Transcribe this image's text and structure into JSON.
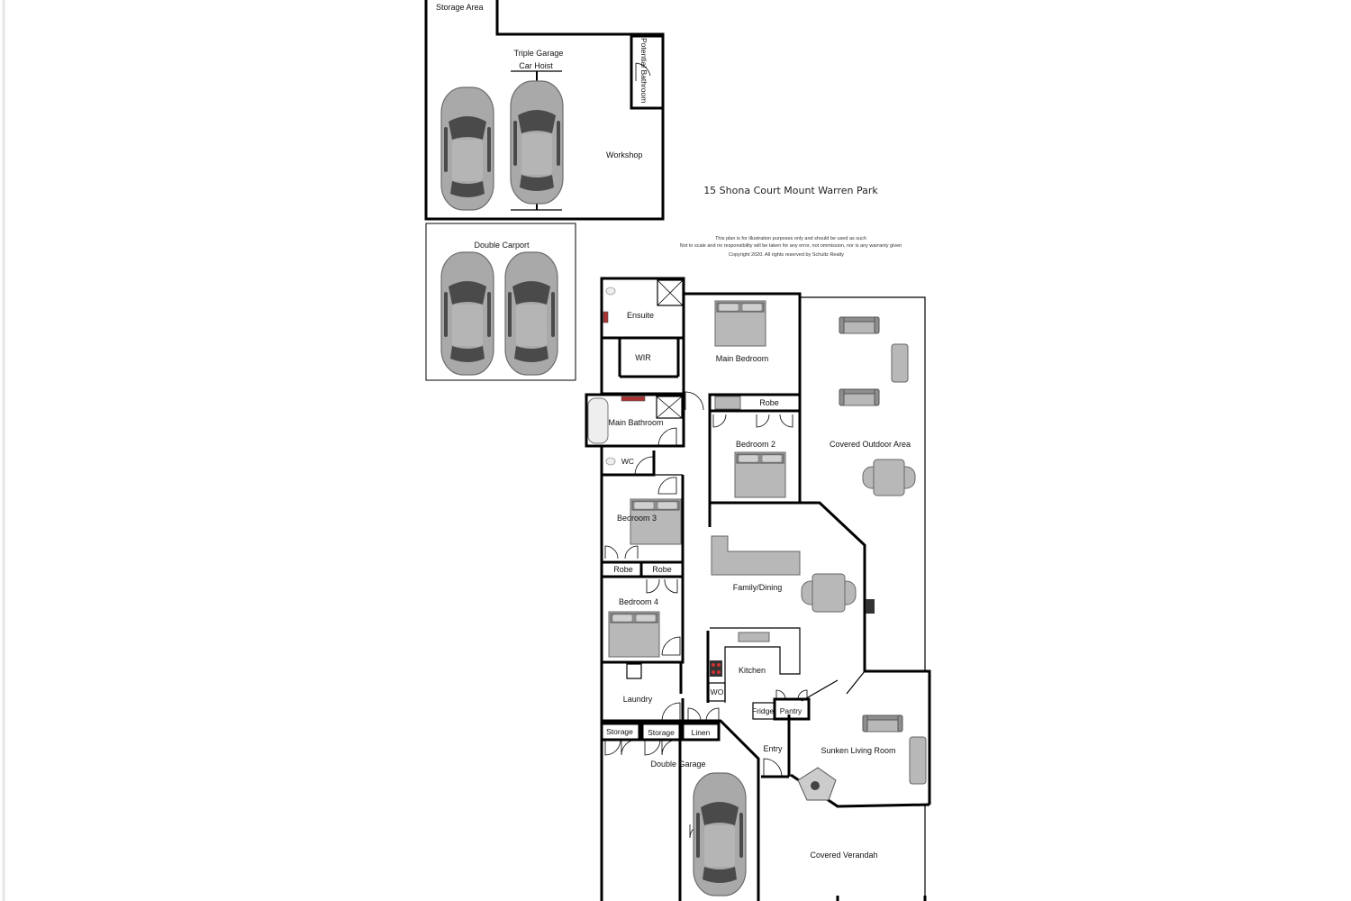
{
  "plan": {
    "title": "15 Shona Court Mount Warren Park",
    "disclaimer": [
      "This plan is for illustration purposes only and should be used as such",
      "Not to scale and no responsibility will be taken for any error, not ommission, nor is any warranty given",
      "Copyright 2020.  All rights reserved by Schultz Realty"
    ]
  },
  "rooms": {
    "storage_area": "Storage Area",
    "triple_garage": "Triple Garage",
    "car_hoist": "Car Hoist",
    "potential_bathroom": "Potential Bathroom",
    "workshop": "Workshop",
    "double_carport": "Double Carport",
    "ensuite": "Ensuite",
    "wir": "WIR",
    "main_bedroom": "Main Bedroom",
    "robe_main": "Robe",
    "main_bathroom": "Main Bathroom",
    "wc": "WC",
    "bedroom_2": "Bedroom 2",
    "covered_outdoor_area": "Covered Outdoor Area",
    "bedroom_3": "Bedroom 3",
    "robe_left": "Robe",
    "robe_right": "Robe",
    "bedroom_4": "Bedroom 4",
    "family_dining": "Family/Dining",
    "kitchen": "Kitchen",
    "wo": "WO",
    "laundry": "Laundry",
    "fridge": "Fridge",
    "pantry": "Pantry",
    "storage_1": "Storage",
    "storage_2": "Storage",
    "linen": "Linen",
    "entry": "Entry",
    "sunken_living_room": "Sunken Living Room",
    "double_garage": "Double Garage",
    "covered_verandah": "Covered Verandah"
  }
}
